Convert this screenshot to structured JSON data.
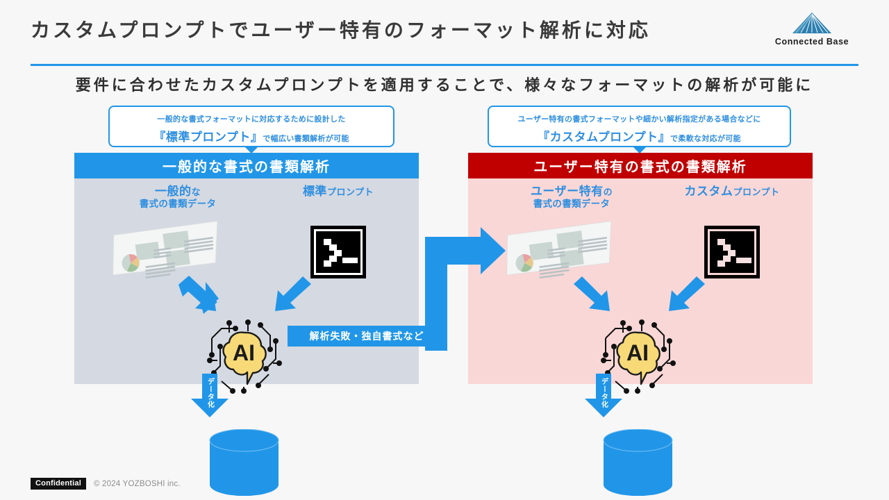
{
  "header": {
    "title": "カスタムプロンプトでユーザー特有のフォーマット解析に対応",
    "logo_text": "Connected Base",
    "logo_icon": "connected-base-triangle-logo",
    "rule_color": "#2196e8"
  },
  "subtitle": "要件に合わせたカスタムプロンプトを適用することで、様々なフォーマットの解析が可能に",
  "callouts": {
    "left": {
      "line1": "一般的な書式フォーマットに対応するために設計した",
      "strong": "『標準プロンプト』",
      "tail": "で幅広い書類解析が可能"
    },
    "right": {
      "line1": "ユーザー特有の書式フォーマットや細かい解析指定がある場合などに",
      "strong": "『カスタムプロンプト』",
      "tail": "で柔軟な対応が可能"
    }
  },
  "panels": {
    "left": {
      "header": "一般的な書式の書類解析",
      "header_color": "#2196e8",
      "body_color": "#d5d9e2",
      "doc_label_big": "一般的",
      "doc_label_big_tail": "な",
      "doc_label_sub": "書式の書類データ",
      "doc_icon": "tilted-document-icon",
      "prompt_label_big": "標準",
      "prompt_label_small": "プロンプト",
      "prompt_icon": "terminal-prompt-icon",
      "ai_icon": "ai-brain-circuit-icon",
      "ai_text": "AI",
      "data_arrow_label": "データ化",
      "db_icon": "database-cylinder-icon"
    },
    "right": {
      "header": "ユーザー特有の書式の書類解析",
      "header_color": "#c00000",
      "body_color": "#f9d7d6",
      "doc_label_big": "ユーザー特有",
      "doc_label_big_tail": "の",
      "doc_label_sub": "書式の書類データ",
      "doc_icon": "tilted-document-icon",
      "prompt_label_big": "カスタム",
      "prompt_label_small": "プロンプト",
      "prompt_icon": "terminal-prompt-icon",
      "ai_icon": "ai-brain-circuit-icon",
      "ai_text": "AI",
      "data_arrow_label": "データ化",
      "db_icon": "database-cylinder-icon"
    }
  },
  "mid_banner": "解析失敗・独自書式など",
  "footer": {
    "confidential": "Confidential",
    "copyright": "© 2024 YOZBOSHI inc."
  },
  "colors": {
    "accent_blue": "#2196e8",
    "accent_red": "#c00000",
    "text_dark": "#3a3a3a",
    "label_blue": "#2f8fe0",
    "brain_yellow": "#f7d977"
  }
}
